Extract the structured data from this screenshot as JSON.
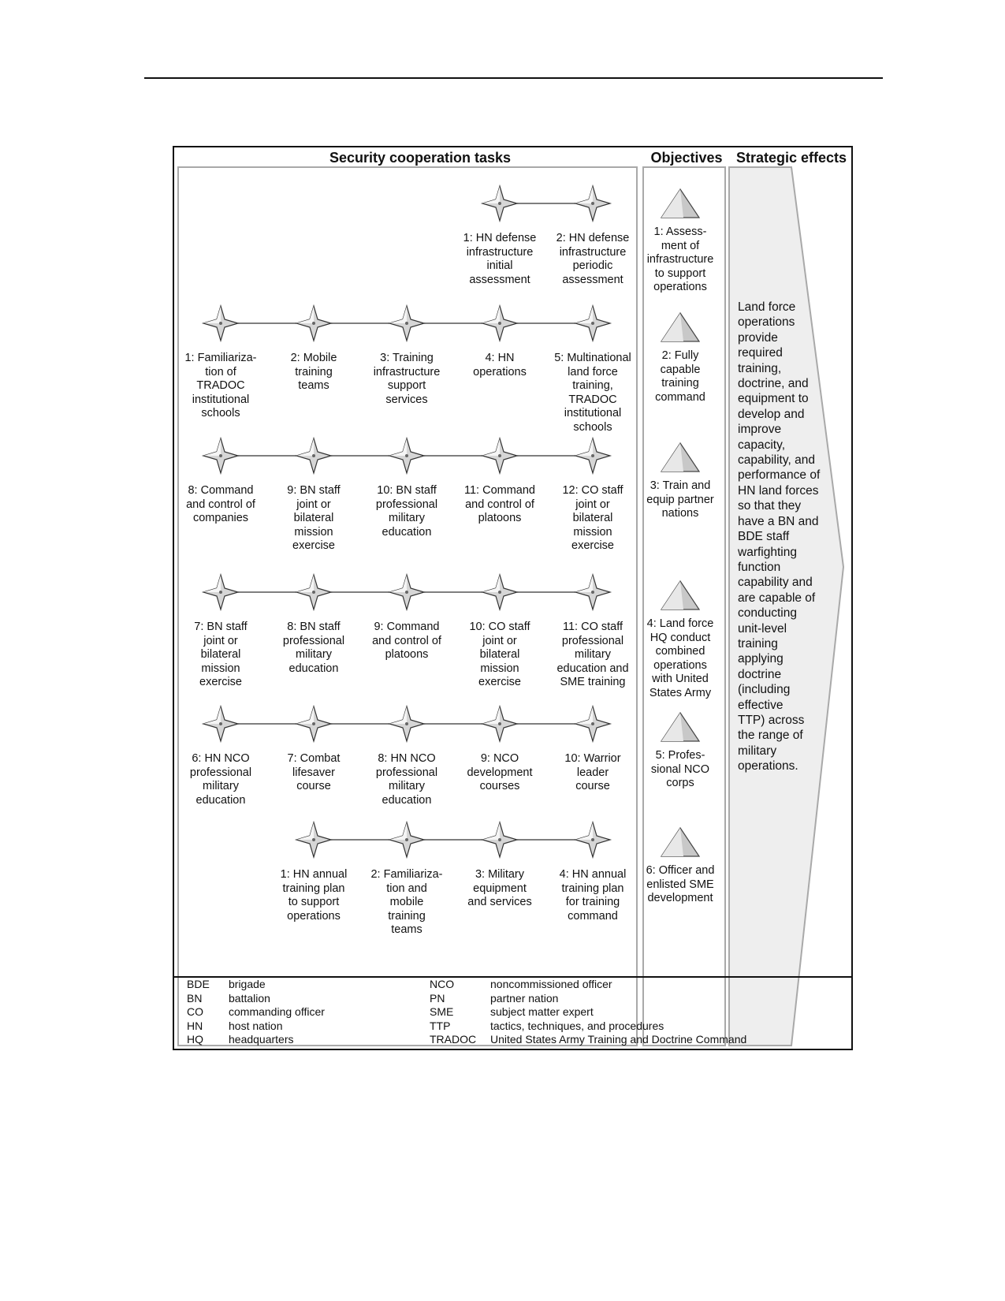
{
  "headers": {
    "tasks": "Security cooperation tasks",
    "objectives": "Objectives",
    "effects": "Strategic effects"
  },
  "task_rows": [
    {
      "tasks": [
        {
          "label": "1: HN defense\ninfrastructure\ninitial\nassessment"
        },
        {
          "label": "2: HN defense\ninfrastructure\nperiodic\nassessment"
        }
      ]
    },
    {
      "tasks": [
        {
          "label": "1: Familiariza-\ntion of\nTRADOC\ninstitutional\nschools"
        },
        {
          "label": "2: Mobile\ntraining\nteams"
        },
        {
          "label": "3: Training\ninfrastructure\nsupport\nservices"
        },
        {
          "label": "4: HN\noperations"
        },
        {
          "label": "5: Multinational\nland force\ntraining,\nTRADOC\ninstitutional\nschools"
        }
      ]
    },
    {
      "tasks": [
        {
          "label": "8: Command\nand control of\ncompanies"
        },
        {
          "label": "9: BN staff\njoint or\nbilateral\nmission\nexercise"
        },
        {
          "label": "10: BN staff\nprofessional\nmilitary\neducation"
        },
        {
          "label": "11: Command\nand control of\nplatoons"
        },
        {
          "label": "12: CO staff\njoint or\nbilateral\nmission\nexercise"
        }
      ]
    },
    {
      "tasks": [
        {
          "label": "7: BN staff\njoint or\nbilateral\nmission\nexercise"
        },
        {
          "label": "8: BN staff\nprofessional\nmilitary\neducation"
        },
        {
          "label": "9: Command\nand control of\nplatoons"
        },
        {
          "label": "10: CO staff\njoint or\nbilateral\nmission\nexercise"
        },
        {
          "label": "11: CO staff\nprofessional\nmilitary\neducation and\nSME training"
        }
      ]
    },
    {
      "tasks": [
        {
          "label": "6: HN NCO\nprofessional\nmilitary\neducation"
        },
        {
          "label": "7: Combat\nlifesaver\ncourse"
        },
        {
          "label": "8: HN NCO\nprofessional\nmilitary\neducation"
        },
        {
          "label": "9: NCO\ndevelopment\ncourses"
        },
        {
          "label": "10: Warrior\nleader\ncourse"
        }
      ]
    },
    {
      "tasks": [
        {
          "label": "1: HN annual\ntraining plan\nto support\noperations"
        },
        {
          "label": "2: Familiariza-\ntion and\nmobile\ntraining\nteams"
        },
        {
          "label": "3: Military\nequipment\nand services"
        },
        {
          "label": "4: HN annual\ntraining plan\nfor training\ncommand"
        }
      ]
    }
  ],
  "objectives": [
    {
      "label": "1: Assess-\nment of\ninfrastructure\nto support\noperations"
    },
    {
      "label": "2: Fully\ncapable\ntraining\ncommand"
    },
    {
      "label": "3: Train and\nequip partner\nnations"
    },
    {
      "label": "4: Land force\nHQ conduct\ncombined\noperations\nwith United\nStates Army"
    },
    {
      "label": "5: Profes-\nsional NCO\ncorps"
    },
    {
      "label": "6: Officer and\nenlisted SME\ndevelopment"
    }
  ],
  "strategic_effect": "Land force\noperations\nprovide\nrequired\ntraining,\ndoctrine, and\nequipment to\ndevelop and\nimprove\ncapacity,\ncapability, and\nperformance of\nHN land forces\nso that they\nhave a BN and\nBDE staff\nwarfighting\nfunction\ncapability and\nare capable of\nconducting\nunit-level\ntraining\napplying\ndoctrine\n(including\neffective\nTTP) across\nthe range of\nmilitary\noperations.",
  "legend": {
    "left": [
      {
        "abbr": "BDE",
        "def": "brigade"
      },
      {
        "abbr": "BN",
        "def": "battalion"
      },
      {
        "abbr": "CO",
        "def": "commanding officer"
      },
      {
        "abbr": "HN",
        "def": "host nation"
      },
      {
        "abbr": "HQ",
        "def": "headquarters"
      }
    ],
    "right": [
      {
        "abbr": "NCO",
        "def": "noncommissioned officer"
      },
      {
        "abbr": "PN",
        "def": "partner nation"
      },
      {
        "abbr": "SME",
        "def": "subject matter expert"
      },
      {
        "abbr": "TTP",
        "def": "tactics, techniques, and procedures"
      },
      {
        "abbr": "TRADOC",
        "def": "United States Army Training and Doctrine Command"
      }
    ]
  },
  "colors": {
    "panel_border": "#a9a9a9",
    "arrow_fill": "#eeeeee",
    "star_fill": "#d6d6d6",
    "triangle_fill": "#c8c8c8"
  }
}
